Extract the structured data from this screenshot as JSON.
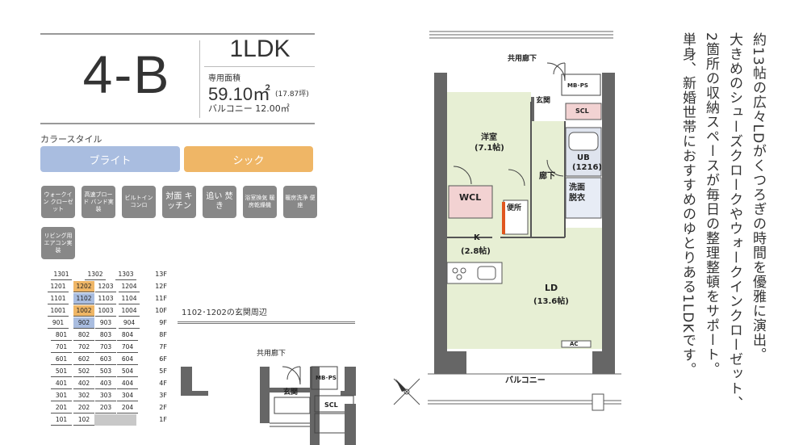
{
  "header": {
    "unit_name": "4-B",
    "unit_type": "1LDK",
    "area_label": "専用面積",
    "area_value": "59.10㎡",
    "area_tsubo": "(17.87坪)",
    "balcony": "バルコニー 12.00㎡"
  },
  "color_style": {
    "label": "カラースタイル",
    "bright": "ブライト",
    "chic": "シック",
    "bright_color": "#a9bde0",
    "chic_color": "#efb666"
  },
  "features": [
    {
      "label": "ウォークイン クローゼット"
    },
    {
      "label": "高速ブロード バンド実装"
    },
    {
      "label": "ビルトイン コンロ"
    },
    {
      "label": "対面 キッチン"
    },
    {
      "label": "追い 焚き"
    },
    {
      "label": "浴室換気 暖房乾燥機"
    },
    {
      "label": "暖房洗浄 便座"
    },
    {
      "label": "リビング用 エアコン実装"
    }
  ],
  "floor_table": {
    "rows": [
      {
        "floor": "13F",
        "cells": [
          "1301",
          "1302",
          "1303",
          ""
        ]
      },
      {
        "floor": "12F",
        "cells": [
          "1201",
          "1202",
          "1203",
          "1204"
        ]
      },
      {
        "floor": "11F",
        "cells": [
          "1101",
          "1102",
          "1103",
          "1104"
        ]
      },
      {
        "floor": "10F",
        "cells": [
          "1001",
          "1002",
          "1003",
          "1004"
        ]
      },
      {
        "floor": "9F",
        "cells": [
          "901",
          "902",
          "903",
          "904"
        ]
      },
      {
        "floor": "8F",
        "cells": [
          "801",
          "802",
          "803",
          "804"
        ]
      },
      {
        "floor": "7F",
        "cells": [
          "701",
          "702",
          "703",
          "704"
        ]
      },
      {
        "floor": "6F",
        "cells": [
          "601",
          "602",
          "603",
          "604"
        ]
      },
      {
        "floor": "5F",
        "cells": [
          "501",
          "502",
          "503",
          "504"
        ]
      },
      {
        "floor": "4F",
        "cells": [
          "401",
          "402",
          "403",
          "404"
        ]
      },
      {
        "floor": "3F",
        "cells": [
          "301",
          "302",
          "303",
          "304"
        ]
      },
      {
        "floor": "2F",
        "cells": [
          "201",
          "202",
          "203",
          "204"
        ]
      },
      {
        "floor": "1F",
        "cells": [
          "101",
          "102",
          "",
          ""
        ]
      }
    ]
  },
  "entrance_detail": {
    "title": "1102･1202の玄関周辺",
    "corridor": "共用廊下",
    "mbps": "MB･PS",
    "genkan": "玄関",
    "scl": "SCL"
  },
  "plan": {
    "corridor": "共用廊下",
    "mbps": "MB･PS",
    "genkan": "玄関",
    "scl": "SCL",
    "youshitsu": "洋室",
    "youshitsu_size": "(7.1帖)",
    "rouka": "廊下",
    "ub": "UB",
    "ub_size": "(1216)",
    "senmen": "洗面",
    "datsui": "脱衣",
    "wcl": "WCL",
    "benjo": "便所",
    "k": "K",
    "k_size": "(2.8帖)",
    "ld": "LD",
    "ld_size": "(13.6帖)",
    "ac": "AC",
    "balcony": "バルコニー"
  },
  "description": {
    "col1": "約13帖の広々LDがくつろぎの時間を優雅に演出。",
    "col2": "大きめのシューズクロークやウォークインクローゼット、",
    "col3": "2箇所の収納スペースが毎日の整理整頓をサポート。",
    "col4": "単身、新婚世帯におすすめのゆとりある1LDKです。"
  }
}
